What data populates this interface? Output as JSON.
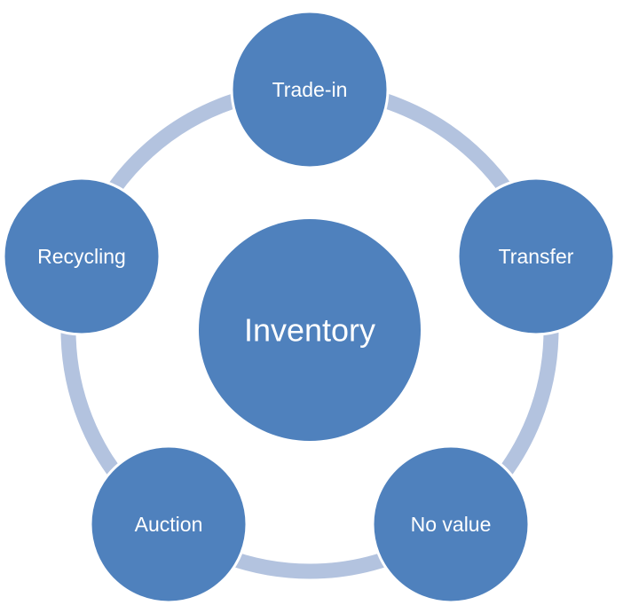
{
  "colors": {
    "node_fill": "#4F81BD",
    "node_stroke": "#ffffff",
    "ring": "#B3C3DF",
    "label": "#ffffff"
  },
  "center": {
    "label": "Inventory"
  },
  "nodes": [
    {
      "label": "Trade-in"
    },
    {
      "label": "Transfer"
    },
    {
      "label": "No value"
    },
    {
      "label": "Auction"
    },
    {
      "label": "Recycling"
    }
  ]
}
